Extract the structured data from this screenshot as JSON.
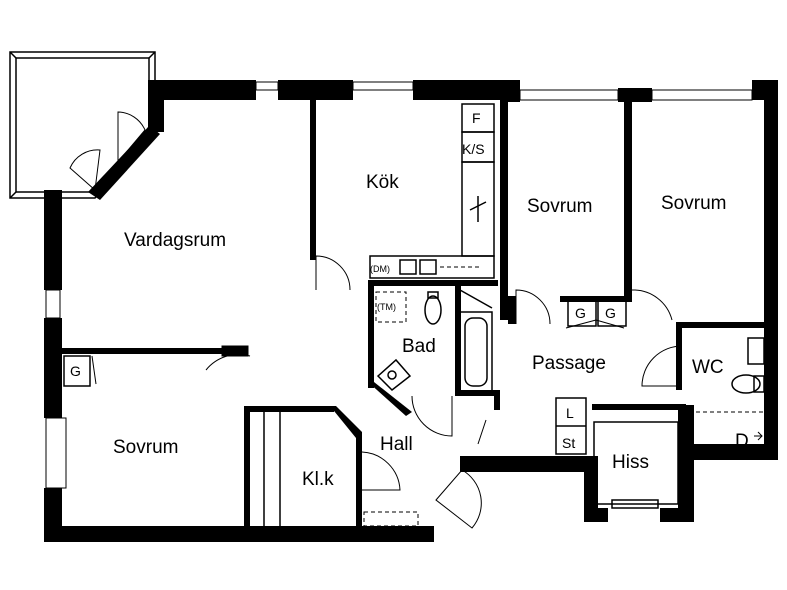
{
  "rooms": {
    "vardagsrum": "Vardagsrum",
    "kok": "Kök",
    "sovrum_1": "Sovrum",
    "sovrum_2": "Sovrum",
    "sovrum_3": "Sovrum",
    "bad": "Bad",
    "passage": "Passage",
    "wc": "WC",
    "hall": "Hall",
    "klk": "Kl.k",
    "hiss": "Hiss"
  },
  "fixtures": {
    "fridge": "F",
    "fridge_freezer": "K/S",
    "dishwasher": "(DM)",
    "washing_machine": "(TM)",
    "wardrobe_g_passage_1": "G",
    "wardrobe_g_passage_2": "G",
    "wardrobe_g_sovrum": "G",
    "linen": "L",
    "cleaning": "St",
    "duct": "D"
  }
}
